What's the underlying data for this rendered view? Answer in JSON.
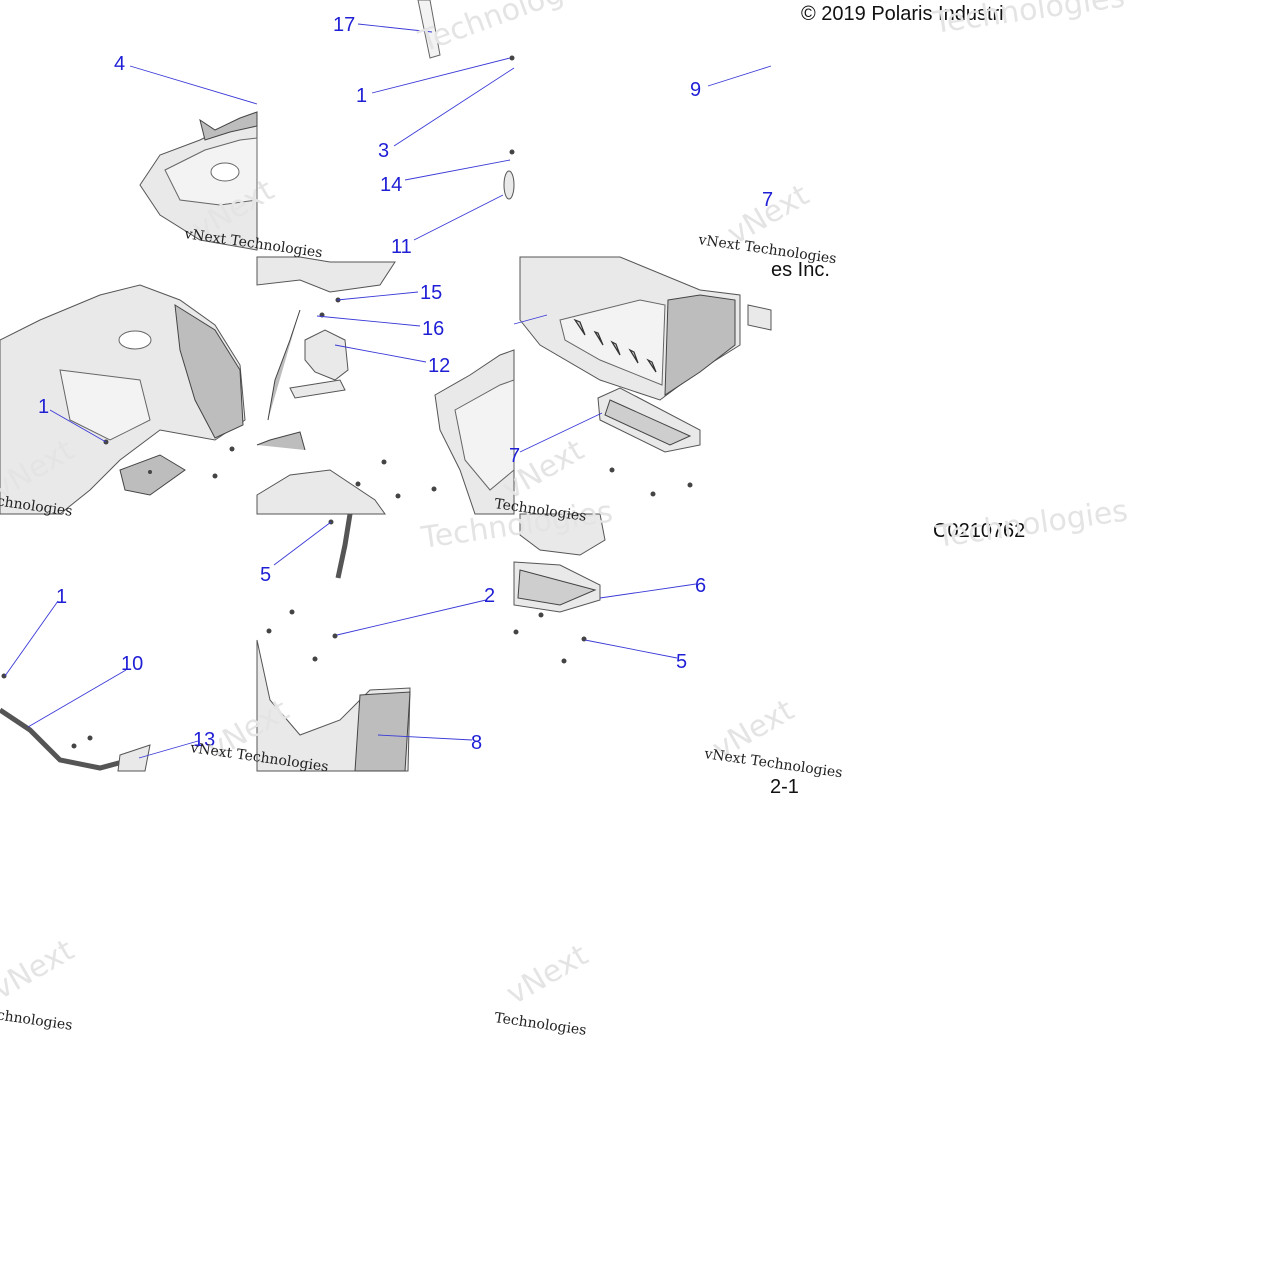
{
  "copyright": "© 2019 Polaris Industri",
  "copyright_tail": "es Inc.",
  "figure_code": "C0210762",
  "page_ref": "2-1",
  "watermark": {
    "brand": "vNext",
    "word": "Technologies",
    "line": "vNext Technologies"
  },
  "callouts": [
    "17",
    "4",
    "1",
    "3",
    "14",
    "11",
    "9",
    "7",
    "15",
    "16",
    "12",
    "1",
    "7",
    "5",
    "2",
    "6",
    "5",
    "1",
    "10",
    "13",
    "8"
  ]
}
